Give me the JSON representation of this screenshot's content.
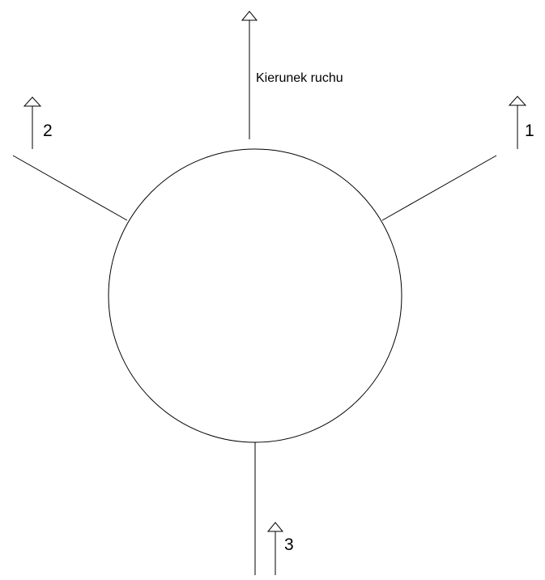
{
  "diagram": {
    "direction_label": "Kierunek ruchu",
    "roads": [
      {
        "label": "1"
      },
      {
        "label": "2"
      },
      {
        "label": "3"
      }
    ],
    "colors": {
      "stroke": "#000000",
      "background": "#ffffff"
    }
  }
}
